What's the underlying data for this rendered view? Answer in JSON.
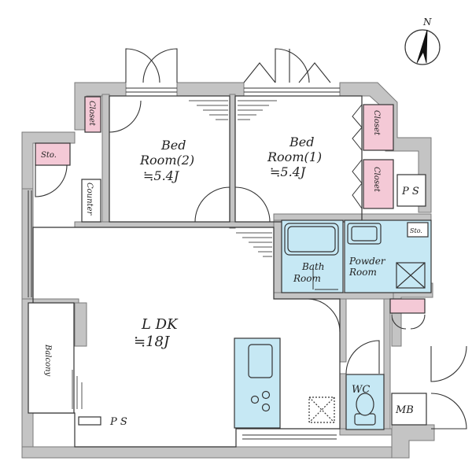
{
  "compass": {
    "letter": "N"
  },
  "rooms": {
    "bed2": {
      "line1": "Bed",
      "line2": "Room(2)",
      "line3": "≒5.4J"
    },
    "bed1": {
      "line1": "Bed",
      "line2": "Room(1)",
      "line3": "≒5.4J"
    },
    "ldk": {
      "line1": "L DK",
      "line2": "≒18J"
    },
    "bath": {
      "line1": "Bath",
      "line2": "Room"
    },
    "powder": {
      "line1": "Powder",
      "line2": "Room"
    },
    "wc": {
      "label": "WC"
    },
    "mb": {
      "label": "MB"
    },
    "balcony": {
      "label": "Balcony"
    }
  },
  "storage": {
    "closet_bed2": "Closet",
    "closet_bed1_top": "Closet",
    "closet_bed1_bottom": "Closet",
    "sto_left": "Sto.",
    "sto_powder": "Sto.",
    "counter": "Counter"
  },
  "shafts": {
    "ps_right": "P S",
    "ps_bottom": "P S"
  },
  "colors": {
    "wall": "#c4c4c4",
    "wall_line": "#7a7a7a",
    "closet_pink": "#f4c9d6",
    "wet_blue": "#c6e8f4",
    "line": "#333333"
  }
}
